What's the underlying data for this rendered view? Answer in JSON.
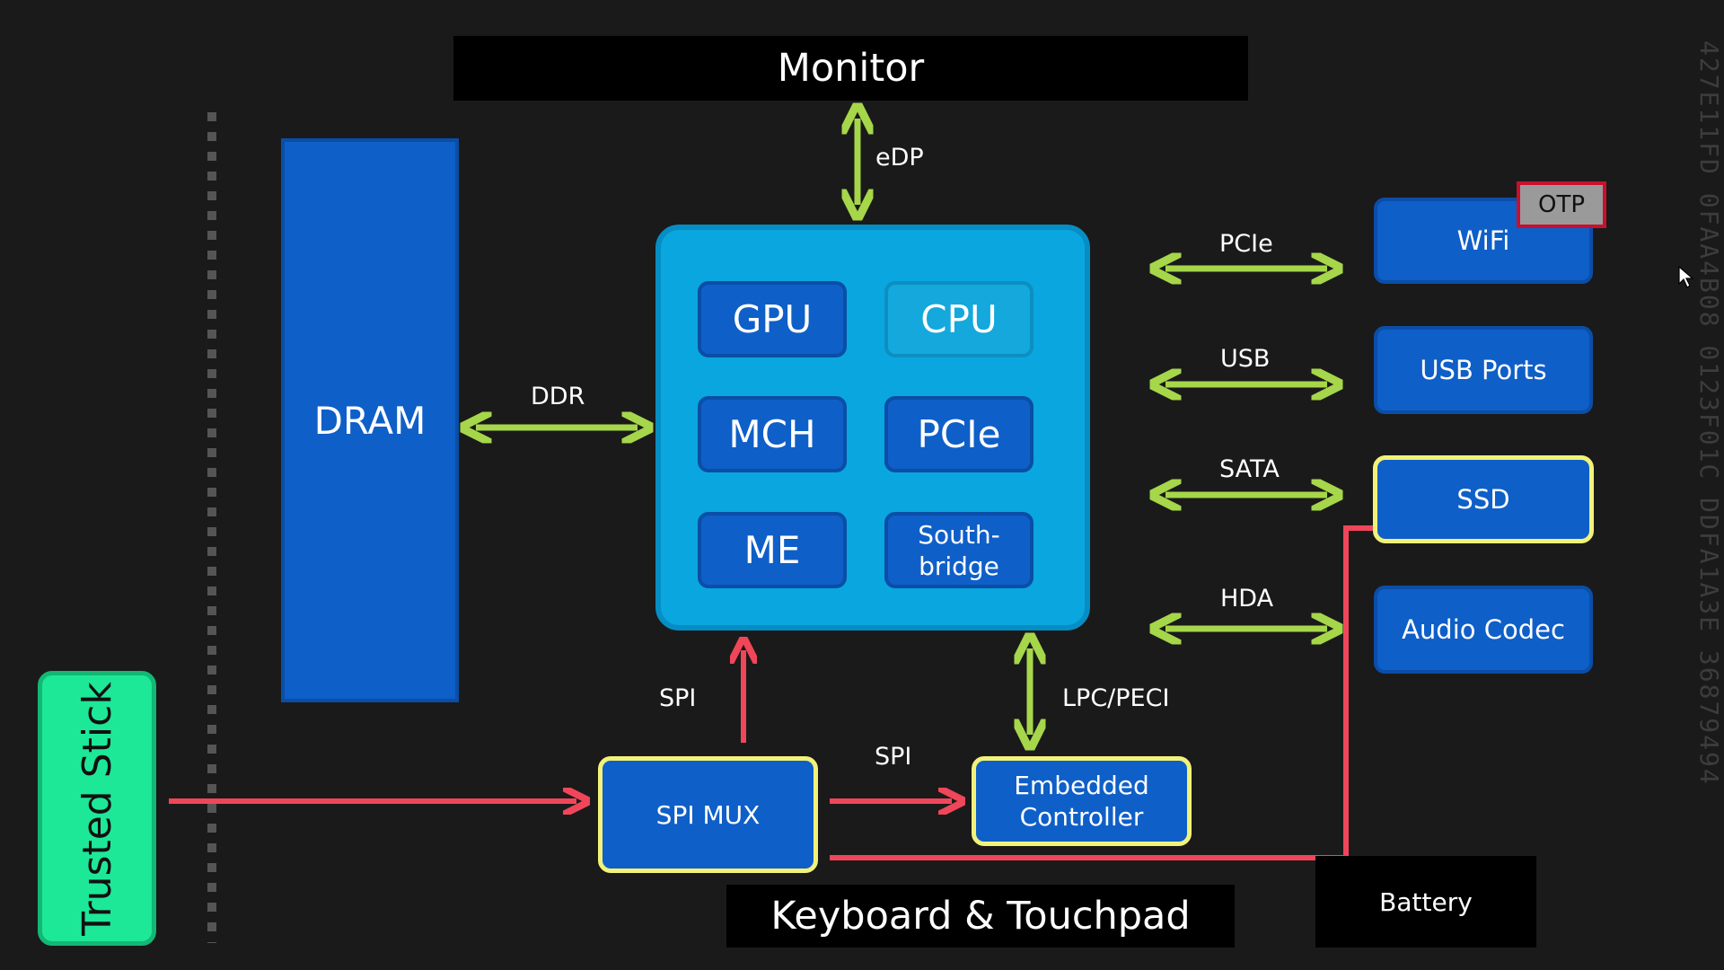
{
  "colors": {
    "background": "#1a1a1a",
    "blue": "#0f5fc8",
    "soc_fill": "#0aa6e0",
    "green_arrow": "#a6d64a",
    "red_arrow": "#f0465a",
    "yellow_border": "#f2f27a",
    "trusted_stick": "#1de898",
    "otp_border": "#c8102e"
  },
  "blocks": {
    "monitor": "Monitor",
    "keyboard": "Keyboard & Touchpad",
    "battery": "Battery",
    "dram": "DRAM",
    "trusted_stick": "Trusted Stick",
    "spi_mux": "SPI MUX",
    "embedded_controller": "Embedded\nController"
  },
  "soc": {
    "gpu": "GPU",
    "cpu": "CPU",
    "mch": "MCH",
    "pcie": "PCIe",
    "me": "ME",
    "southbridge": "South-\nbridge"
  },
  "peripherals": {
    "wifi": "WiFi",
    "otp": "OTP",
    "usb_ports": "USB Ports",
    "ssd": "SSD",
    "audio_codec": "Audio Codec"
  },
  "buses": {
    "edp": "eDP",
    "ddr": "DDR",
    "pcie": "PCIe",
    "usb": "USB",
    "sata": "SATA",
    "hda": "HDA",
    "spi_up": "SPI",
    "spi_right": "SPI",
    "lpc": "LPC/PECI"
  },
  "watermark": "427E11FD 0FAA4B08 0123F01C DDFA1A3E 36879494"
}
